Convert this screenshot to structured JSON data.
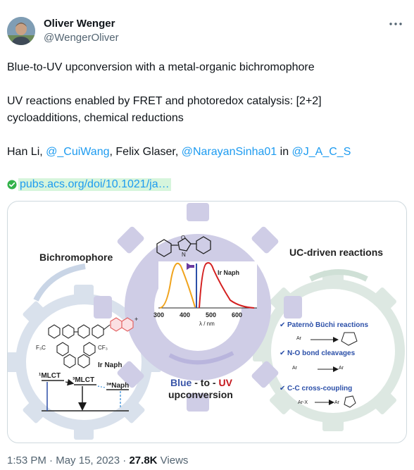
{
  "author": {
    "name": "Oliver Wenger",
    "handle": "@WengerOliver"
  },
  "tweet": {
    "line1": "Blue-to-UV upconversion with a metal-organic bichromophore",
    "line2a": "UV reactions enabled by FRET and photoredox catalysis: [2+2]",
    "line2b": "cycloadditions, chemical reductions",
    "authors_prefix": "Han Li, ",
    "mention1": "@_CuiWang",
    "authors_mid": ", Felix Glaser, ",
    "mention2": "@NarayanSinha01",
    "authors_in": " in ",
    "mention3": "@J_A_C_S",
    "link": "pubs.acs.org/doi/10.1021/ja…"
  },
  "figure": {
    "left_title": "Bichromophore",
    "right_title": "UC-driven reactions",
    "ir_naph_top": "Ir Naph",
    "ir_naph_bottom": "Ir Naph",
    "axis_unit": "λ / nm",
    "ticks": [
      "300",
      "400",
      "500",
      "600"
    ],
    "state1": "¹MLCT",
    "state2": "³MLCT",
    "state3": "³*Naph",
    "center_line1_a": "Blue",
    "center_line1_b": " - to - ",
    "center_line1_c": "UV",
    "center_line2": "upconversion",
    "reaction1": "Paternò Büchi reactions",
    "reaction2": "N-O bond cleavages",
    "reaction3": "C-C cross-coupling",
    "arx": "Ar-X",
    "ar": "Ar",
    "f3c": "F₃C",
    "cf3": "CF₃"
  },
  "meta": {
    "time": "1:53 PM",
    "sep1": " · ",
    "date": "May 15, 2023",
    "sep2": " · ",
    "views_count": "27.8K",
    "views_label": " Views"
  },
  "colors": {
    "link": "#1d9bf0",
    "link_highlight": "#d6f5dc",
    "gear_left": "#d9e1ec",
    "gear_center": "#cfcde6",
    "gear_right": "#dde8e2",
    "blue_text": "#3a55a8",
    "red_text": "#c4161c"
  },
  "icons": [
    "more-icon",
    "verified-check-icon"
  ]
}
